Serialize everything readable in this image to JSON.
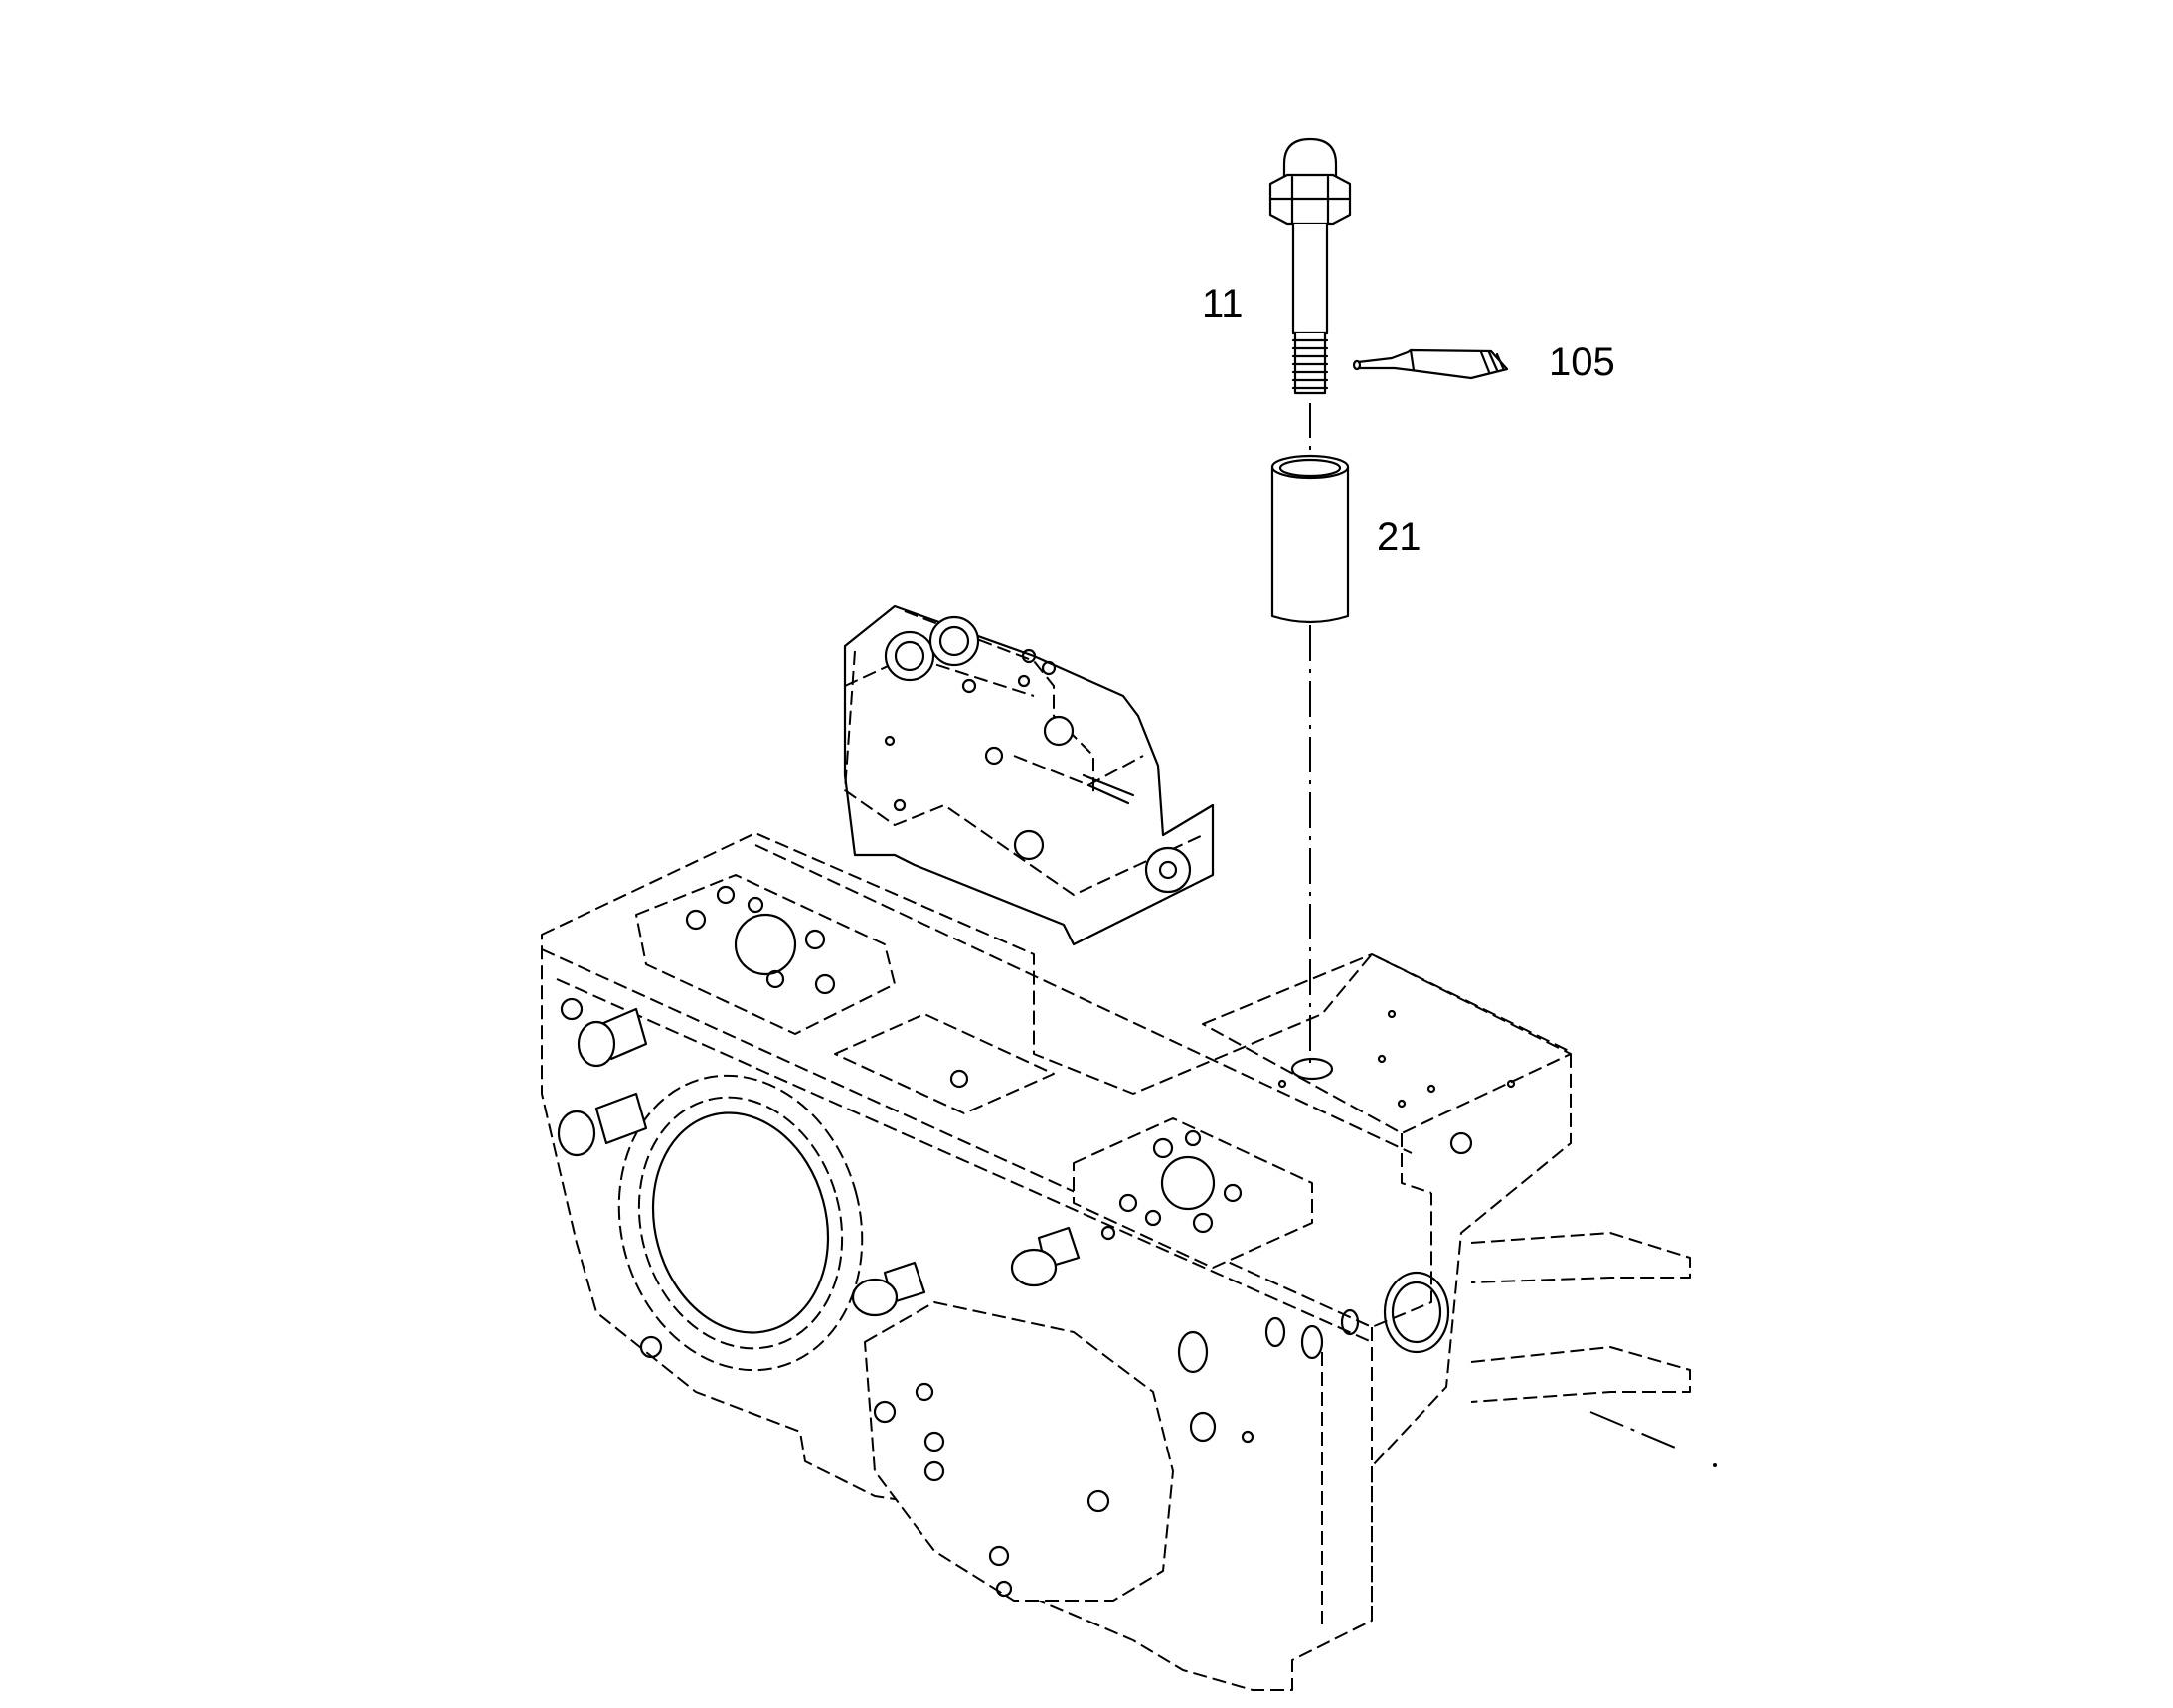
{
  "diagram": {
    "callouts": [
      {
        "id": "11",
        "text": "11"
      },
      {
        "id": "105",
        "text": "105"
      },
      {
        "id": "21",
        "text": "21"
      }
    ],
    "line_color": "#000000",
    "background_color": "#ffffff"
  }
}
